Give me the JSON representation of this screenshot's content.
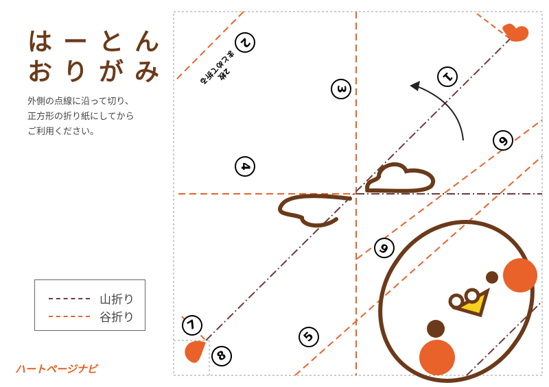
{
  "title": {
    "line1": "はーとん",
    "line2": "おりがみ"
  },
  "description": [
    "外側の点線に沿って切り、",
    "正方形の折り紙にしてから",
    "ご利用ください。"
  ],
  "legend": {
    "mountain_fold": "山折り",
    "valley_fold": "谷折り"
  },
  "colors": {
    "brown": "#6b3a1a",
    "orange": "#e8622a",
    "mountain_line": "#6b3a3a",
    "yellow": "#f5d21e"
  },
  "steps": [
    "1",
    "2",
    "3",
    "4",
    "5",
    "6",
    "6",
    "7",
    "8"
  ],
  "note": {
    "line1": "2枚",
    "line2": "まとめて折る"
  },
  "logo": {
    "text": "ハートページナビ"
  }
}
